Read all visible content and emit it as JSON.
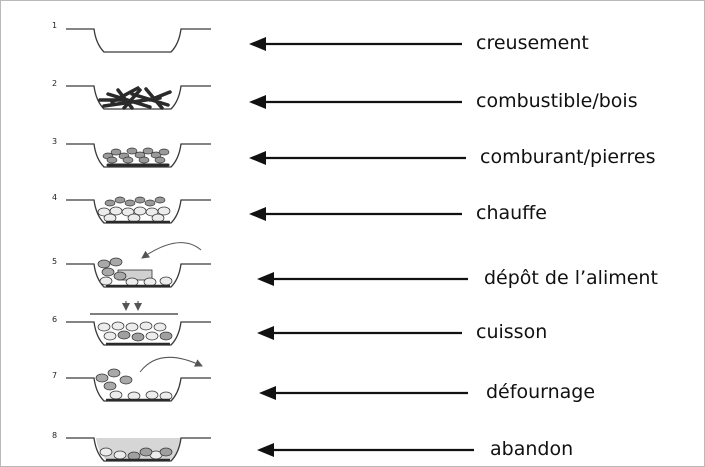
{
  "steps": [
    {
      "number": "1",
      "label": "creusement"
    },
    {
      "number": "2",
      "label": "combustible/bois"
    },
    {
      "number": "3",
      "label": "comburant/pierres"
    },
    {
      "number": "4",
      "label": "chauffe"
    },
    {
      "number": "5",
      "label": "dépôt de l’aliment"
    },
    {
      "number": "6",
      "label": "cuisson"
    },
    {
      "number": "7",
      "label": "défournage"
    },
    {
      "number": "8",
      "label": "abandon"
    }
  ],
  "colors": {
    "line": "#3a3a3a",
    "wood": "#2a2a2a",
    "stone_light": "#e9e9e9",
    "stone_mid": "#b9b9b9",
    "stone_dark": "#8a8a8a",
    "food": "#c8c8c8",
    "fill": "#d6d6d6",
    "arrow": "#111111"
  }
}
